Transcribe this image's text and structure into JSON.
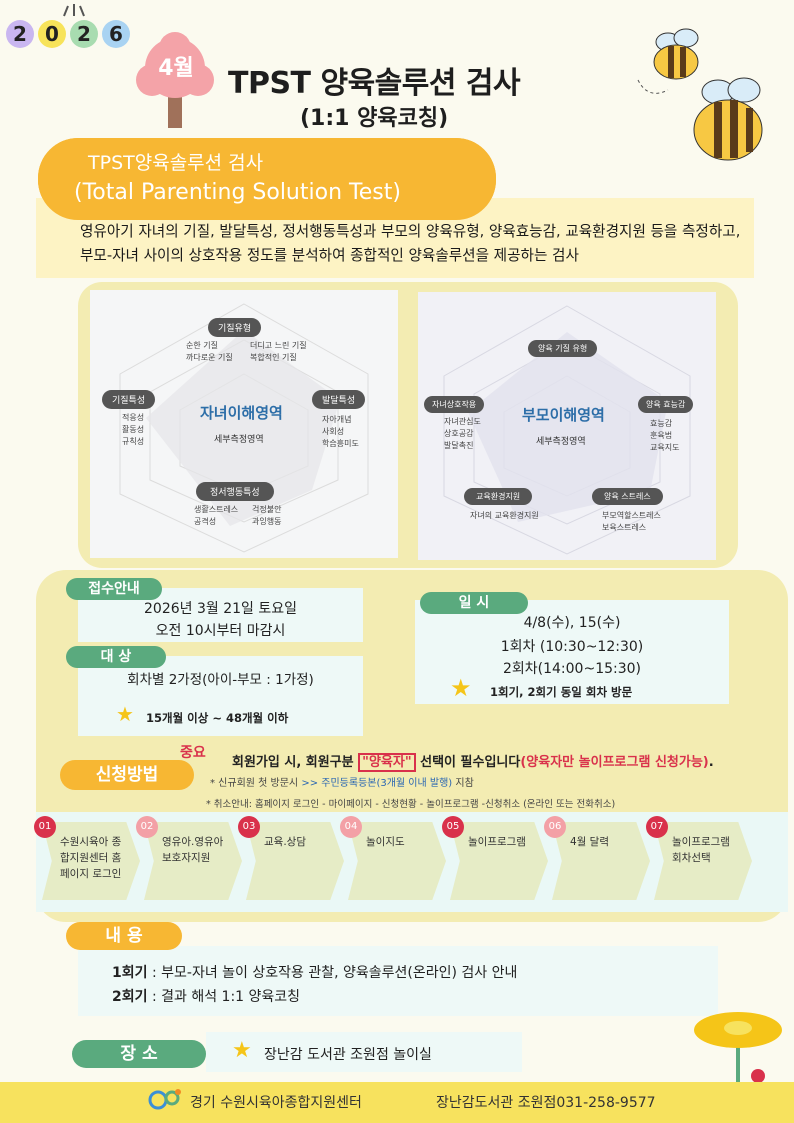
{
  "header": {
    "year_digits": [
      "2",
      "0",
      "2",
      "6"
    ],
    "year_colors": [
      "#c9b6f0",
      "#f7e35a",
      "#a8dcb0",
      "#a9d3f2"
    ],
    "month": "4월",
    "title": "TPST 양육솔루션 검사",
    "subtitle": "(1:1 양육코칭)"
  },
  "intro": {
    "name_ko": "TPST양육솔루션  검사",
    "name_en": "(Total Parenting Solution Test)",
    "description": "영유아기 자녀의 기질, 발달특성, 정서행동특성과 부모의 양육유형, 양육효능감, 교육환경지원 등을 측정하고, 부모-자녀 사이의 상호작용 정도를 분석하여 종합적인 양육솔루션을 제공하는 검사"
  },
  "child_area": {
    "center_title": "자녀이해영역",
    "center_sub": "세부측정영역",
    "nodes": [
      {
        "label": "기질유형",
        "items": [
          "순한 기질",
          "더디고 느린 기질",
          "까다로운 기질",
          "복합적인 기질"
        ]
      },
      {
        "label": "기질특성",
        "items": [
          "적응성",
          "활동성",
          "규칙성"
        ]
      },
      {
        "label": "발달특성",
        "items": [
          "자아개념",
          "사회성",
          "학습흥미도"
        ]
      },
      {
        "label": "정서행동특성",
        "items": [
          "생활스트레스",
          "걱정불안",
          "공격성",
          "과잉행동"
        ]
      }
    ]
  },
  "parent_area": {
    "center_title": "부모이해영역",
    "center_sub": "세부측정영역",
    "nodes": [
      {
        "label": "양육 기질 유형",
        "items": []
      },
      {
        "label": "자녀상호작용",
        "items": [
          "자녀관심도",
          "상호공감",
          "발달촉진"
        ]
      },
      {
        "label": "양육 효능감",
        "items": [
          "효능감",
          "훈육법",
          "교육지도"
        ]
      },
      {
        "label": "교육환경지원",
        "items": [
          "자녀의 교육환경지원"
        ]
      },
      {
        "label": "양육 스트레스",
        "items": [
          "부모역할스트레스",
          "보육스트레스"
        ]
      }
    ]
  },
  "reception": {
    "tag": "접수안내",
    "line1": "2026년 3월 21일 토요일",
    "line2": "오전 10시부터 마감시"
  },
  "target": {
    "tag": "대 상",
    "line1": "회차별 2가정(아이-부모 : 1가정)",
    "note": "15개월 이상 ~ 48개월 이하"
  },
  "schedule": {
    "tag": "일 시",
    "line1": "4/8(수), 15(수)",
    "line2": "1회차 (10:30~12:30)",
    "line3": "2회차(14:00~15:30)",
    "note": "1회기, 2회기 동일 회차 방문"
  },
  "apply": {
    "tag": "신청방법",
    "important": "중요",
    "rule_prefix": "회원가입 시, 회원구분",
    "rule_highlight": "\"양육자\"",
    "rule_suffix": "선택이 필수입니다",
    "rule_note": "(양육자만 놀이프로그램 신청가능)",
    "rule_end": ".",
    "note1_prefix": "* 신규회원 첫 방문시",
    "note1_highlight": ">> 주민등록등본(3개월 이내 발행)",
    "note1_suffix": "지참",
    "note2": "* 취소안내: 홈페이지 로그인 - 마이페이지 - 신청현황 - 놀이프로그램 -신청취소  (온라인 또는 전화취소)",
    "steps": [
      {
        "num": "01",
        "label": "수원시육아 종합지원센터 홈페이지 로그인"
      },
      {
        "num": "02",
        "label": "영유아.영유아 보호자지원"
      },
      {
        "num": "03",
        "label": "교육.상담"
      },
      {
        "num": "04",
        "label": "놀이지도"
      },
      {
        "num": "05",
        "label": "놀이프로그램"
      },
      {
        "num": "06",
        "label": "4월 달력"
      },
      {
        "num": "07",
        "label": "놀이프로그램 회차선택"
      }
    ]
  },
  "content": {
    "tag": "내 용",
    "session1_label": "1회기",
    "session1_text": " : 부모-자녀 놀이 상호작용 관찰, 양육솔루션(온라인) 검사 안내",
    "session2_label": "2회기",
    "session2_text": " : 결과 해석 1:1 양육코칭"
  },
  "place": {
    "tag": "장 소",
    "text": "장난감 도서관 조원점 놀이실"
  },
  "footer": {
    "org": "경기 수원시육아종합지원센터",
    "contact": "장난감도서관 조원점031-258-9577"
  },
  "colors": {
    "accent_yellow": "#f7b733",
    "tag_green": "#5aaa7e",
    "panel_yellow": "#f3ecb2",
    "warning_red": "#d9314b"
  }
}
